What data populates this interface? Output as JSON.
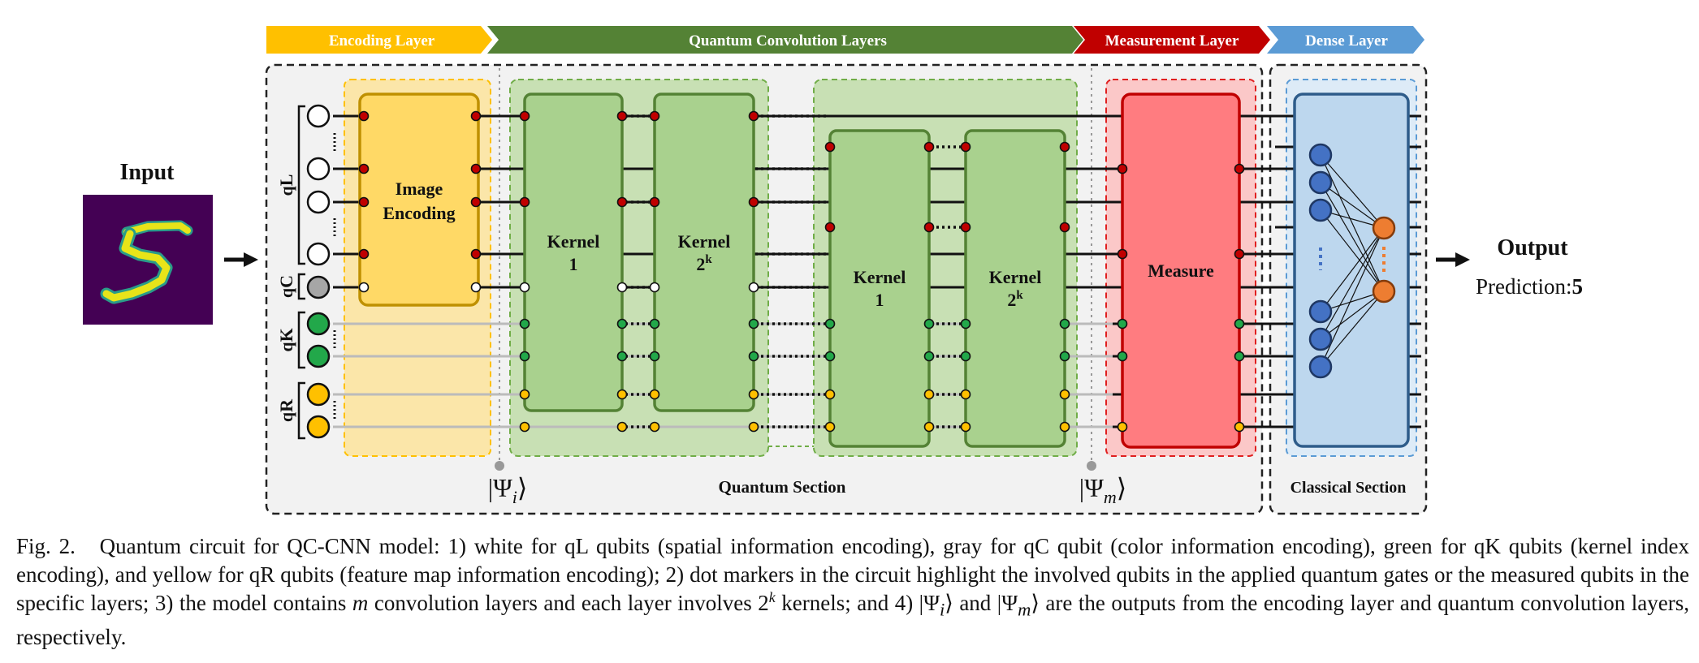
{
  "banner": {
    "encoding": "Encoding Layer",
    "conv": "Quantum Convolution Layers",
    "measurement": "Measurement Layer",
    "dense": "Dense Layer",
    "colors": {
      "encoding": "#FFC000",
      "conv": "#548235",
      "measurement": "#C00000",
      "dense": "#5B9BD5"
    }
  },
  "input": {
    "label": "Input",
    "image_icon": "mnist-digit-5-image"
  },
  "qubit_groups": [
    {
      "label": "qL",
      "color": "#FFFFFF"
    },
    {
      "label": "qC",
      "color": "#A6A6A6"
    },
    {
      "label": "qK",
      "color": "#22A84A"
    },
    {
      "label": "qR",
      "color": "#FFC000"
    }
  ],
  "encoding_block": {
    "line1": "Image",
    "line2": "Encoding"
  },
  "conv_layer_1": {
    "kernel_first": {
      "word": "Kernel",
      "index": "1"
    },
    "kernel_last": {
      "word": "Kernel",
      "base": "2",
      "exp": "k"
    }
  },
  "conv_layer_m": {
    "kernel_first": {
      "word": "Kernel",
      "index": "1"
    },
    "kernel_last": {
      "word": "Kernel",
      "base": "2",
      "exp": "k"
    }
  },
  "measure_block": {
    "label": "Measure"
  },
  "states": {
    "psi_i": {
      "base": "|Ψ",
      "sub": "i",
      "close": "⟩"
    },
    "psi_m": {
      "base": "|Ψ",
      "sub": "m",
      "close": "⟩"
    }
  },
  "sections": {
    "quantum": "Quantum Section",
    "classical": "Classical Section"
  },
  "output": {
    "label": "Output",
    "prediction_text": "Prediction:",
    "prediction_value": "5"
  },
  "caption": {
    "fig_label": "Fig. 2.",
    "text_1": "Quantum circuit for QC-CNN model: 1) white for qL qubits (spatial information encoding), gray for qC qubit (color information encoding), green for qK qubits (kernel index encoding), and yellow for qR qubits (feature map information encoding); 2) dot markers in the circuit highlight the involved qubits in the applied quantum gates or the measured qubits in the specific layers; 3) the model contains ",
    "m_var": "m",
    "text_2": " convolution layers and each layer involves 2",
    "k_exp": "k",
    "text_3": " kernels; and 4) |Ψ",
    "i_sub": "i",
    "text_4": "⟩ and |Ψ",
    "m_sub": "m",
    "text_5": "⟩ are the outputs from the encoding layer and quantum convolution layers, respectively."
  }
}
